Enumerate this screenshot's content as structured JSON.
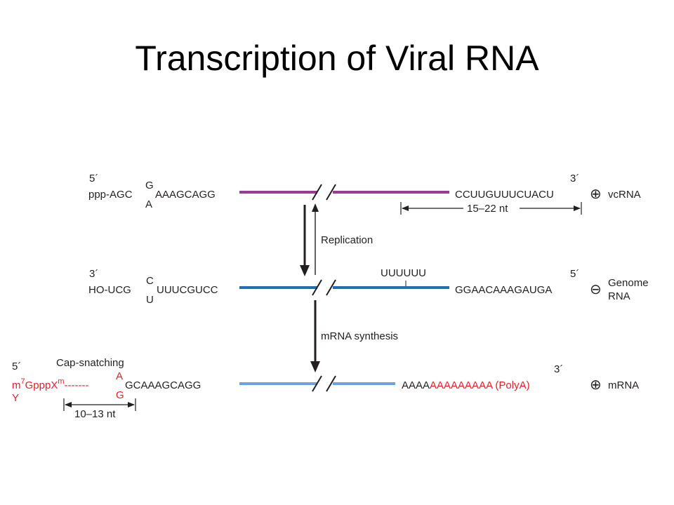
{
  "slide": {
    "title": "Transcription of Viral RNA"
  },
  "colors": {
    "vcrna_line": "#9a3b96",
    "genome_line": "#1d6fb7",
    "mrna_line": "#6ea3d6",
    "red_text": "#ed1c24",
    "black_text": "#231f20"
  },
  "vcrna": {
    "five_prime": "5´",
    "prefix": "ppp-AGC",
    "bulge_top": "G",
    "bulge_bottom": "A",
    "seq_left": "AAAGCAGG",
    "seq_right": "CCUUGUUUCUACU",
    "three_prime": "3´",
    "span_label": "15–22 nt",
    "sense_symbol": "⊕",
    "label": "vcRNA"
  },
  "replication_label": "Replication",
  "genome": {
    "three_prime": "3´",
    "prefix": "HO-UCG",
    "bulge_top": "C",
    "bulge_bottom": "U",
    "seq_left": "UUUCGUCC",
    "polyu": "UUUUUU",
    "seq_right": "GGAACAAAGAUGA",
    "five_prime": "5´",
    "sense_symbol": "⊖",
    "label_line1": "Genome",
    "label_line2": "RNA"
  },
  "mrna_synthesis_label": "mRNA synthesis",
  "mrna": {
    "five_prime": "5´",
    "cap_snatching_label": "Cap-snatching",
    "cap_m": "m",
    "cap_superscript_7": "7",
    "cap_gpppx": "GpppX",
    "cap_superscript_m": "m",
    "cap_dashes": "-------",
    "cap_y": "Y",
    "bulge_top": "A",
    "bulge_bottom": "G",
    "seq_left": "GCAAAGCAGG",
    "seq_right_black": "AAAA",
    "seq_right_red": "AAAAAAAAA (PolyA)",
    "three_prime": "3´",
    "span_label": "10–13 nt",
    "sense_symbol": "⊕",
    "label": "mRNA"
  }
}
